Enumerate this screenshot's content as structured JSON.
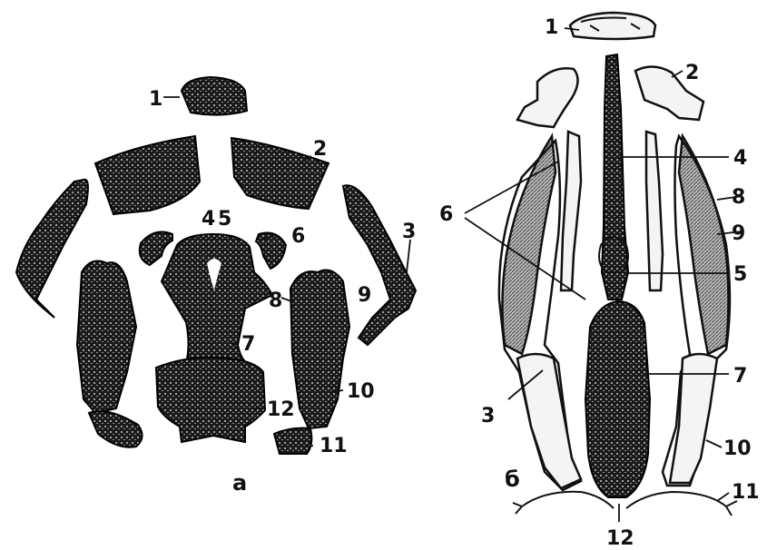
{
  "panels": {
    "left": {
      "letter": "а",
      "labels": [
        "1",
        "2",
        "3",
        "4",
        "5",
        "6",
        "7",
        "8",
        "9",
        "10",
        "11",
        "12"
      ]
    },
    "right": {
      "letter": "б",
      "labels": [
        "1",
        "2",
        "3",
        "4",
        "5",
        "6",
        "7",
        "8",
        "9",
        "10",
        "11",
        "12"
      ]
    }
  },
  "colors": {
    "ink": "#141414",
    "paper": "#ffffff",
    "shading": "#8a8a8a"
  }
}
